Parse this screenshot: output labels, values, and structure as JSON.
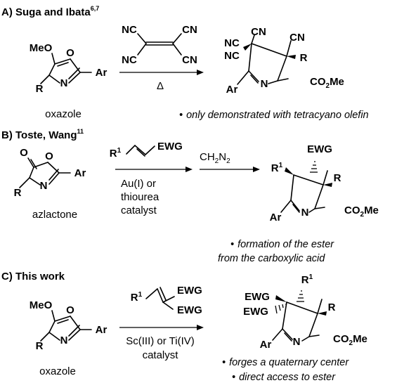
{
  "sectionA": {
    "title": "A) Suga and Ibata",
    "ref": "6,7",
    "sm": {
      "o_methyl": "MeO",
      "ar": "Ar",
      "r": "R",
      "n": "N",
      "o": "O",
      "caption": "oxazole"
    },
    "reagent": {
      "cn": "NC",
      "cn2": "CN",
      "cn3": "NC",
      "cn4": "CN"
    },
    "condition": "Δ",
    "product": {
      "nc1": "NC",
      "cn1": "CN",
      "cn2": "CN",
      "nc2": "NC",
      "r": "R",
      "ester": "CO",
      "ester_sub": "2",
      "ester_tail": "Me",
      "ar": "Ar",
      "n": "N"
    },
    "note": "only demonstrated with tetracyano olefin"
  },
  "sectionB": {
    "title": "B) Toste, Wang",
    "ref": "11",
    "sm": {
      "carbonyl_o": "O",
      "ring_o": "O",
      "ar": "Ar",
      "r": "R",
      "n": "N",
      "caption": "azlactone"
    },
    "reagent": {
      "r": "R",
      "r_sup": "1",
      "ewg": "EWG"
    },
    "catalyst": [
      "Au(I) or",
      "thiourea",
      "catalyst"
    ],
    "second_reagent": {
      "pre": "CH",
      "sub1": "2",
      "mid": "N",
      "sub2": "2"
    },
    "product": {
      "ewg": "EWG",
      "r1": "R",
      "r1_sup": "1",
      "r": "R",
      "ester": "CO",
      "ester_sub": "2",
      "ester_tail": "Me",
      "ar": "Ar",
      "n": "N"
    },
    "notes": [
      "formation of the ester",
      "from the carboxylic acid"
    ]
  },
  "sectionC": {
    "title": "C) This work",
    "sm": {
      "o_methyl": "MeO",
      "ar": "Ar",
      "r": "R",
      "n": "N",
      "o": "O",
      "caption": "oxazole"
    },
    "reagent": {
      "r": "R",
      "r_sup": "1",
      "ewg1": "EWG",
      "ewg2": "EWG"
    },
    "catalyst": [
      "Sc(III) or Ti(IV)",
      "catalyst"
    ],
    "product": {
      "ewg1": "EWG",
      "ewg2": "EWG",
      "r1": "R",
      "r1_sup": "1",
      "r": "R",
      "ester": "CO",
      "ester_sub": "2",
      "ester_tail": "Me",
      "ar": "Ar",
      "n": "N"
    },
    "notes": [
      "forges a quaternary center",
      "direct access to ester"
    ]
  },
  "bullet": "•"
}
